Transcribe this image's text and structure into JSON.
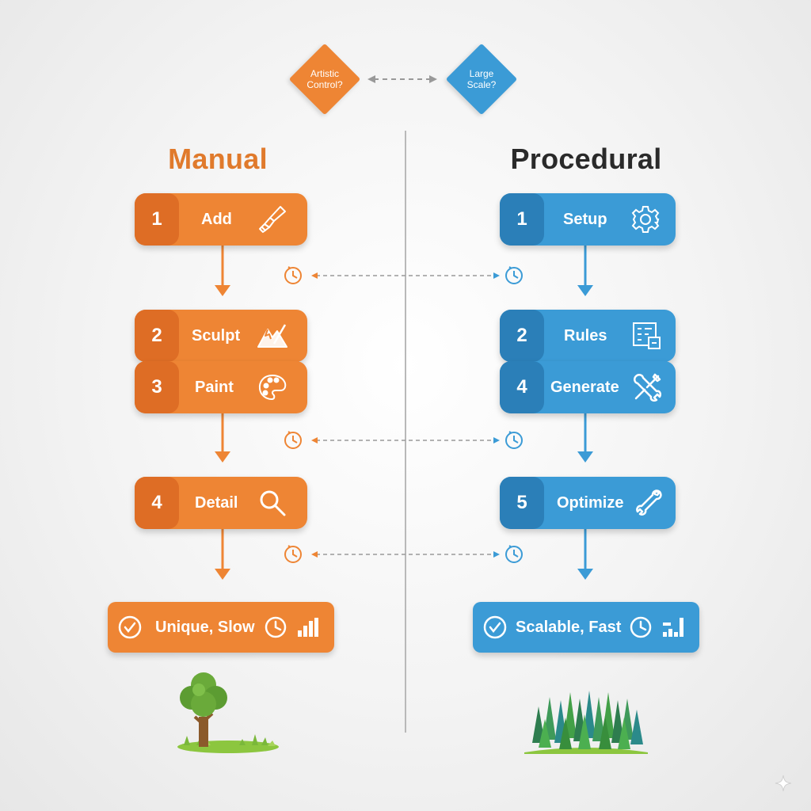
{
  "top": {
    "left_diamond": "Artistic\nControl?",
    "right_diamond": "Large\nScale?"
  },
  "manual": {
    "title": "Manual",
    "steps": [
      {
        "number": "1",
        "label": "Add",
        "icon": "brush-icon"
      },
      {
        "number": "2",
        "label": "Sculpt",
        "icon": "mountain-icon"
      },
      {
        "number": "3",
        "label": "Paint",
        "icon": "palette-icon"
      },
      {
        "number": "4",
        "label": "Detail",
        "icon": "magnifier-icon"
      }
    ],
    "result": "Unique, Slow"
  },
  "procedural": {
    "title": "Procedural",
    "steps": [
      {
        "number": "1",
        "label": "Setup",
        "icon": "gear-icon"
      },
      {
        "number": "2",
        "label": "Rules",
        "icon": "rules-icon"
      },
      {
        "number": "4",
        "label": "Generate",
        "icon": "tools-icon"
      },
      {
        "number": "5",
        "label": "Optimize",
        "icon": "wrench-icon"
      }
    ],
    "result": "Scalable, Fast"
  },
  "colors": {
    "orange": "#ee8534",
    "orange_dark": "#de6d25",
    "blue": "#3b9bd6",
    "blue_dark": "#2b7fb8",
    "title_manual": "#e07a2c",
    "title_procedural": "#2a2a2a"
  }
}
